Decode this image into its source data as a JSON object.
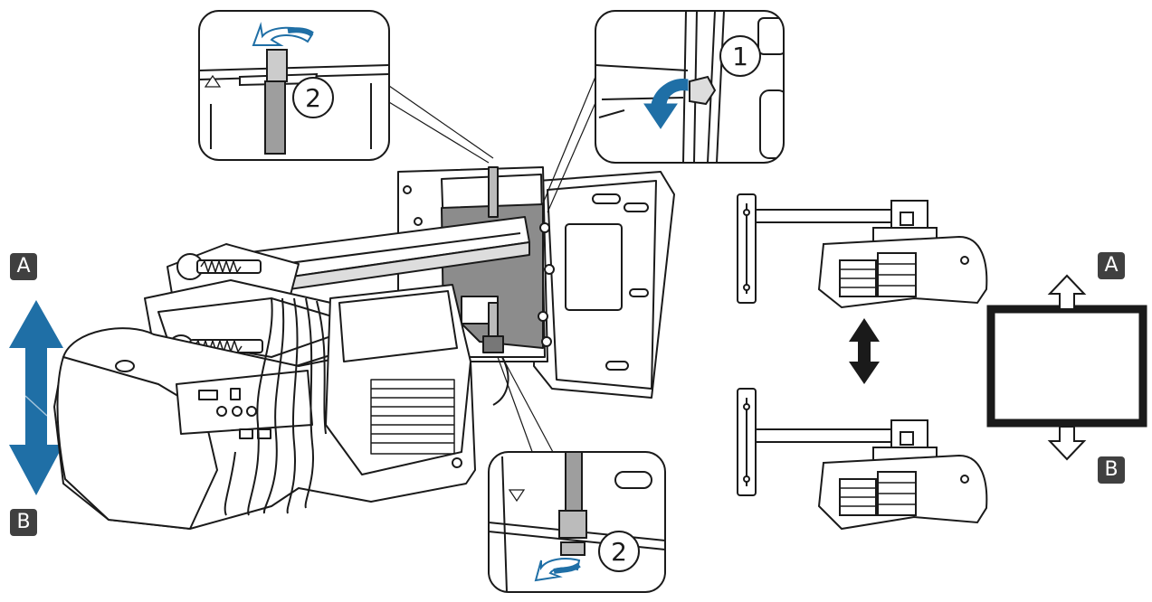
{
  "labels": {
    "left_top": "A",
    "left_bottom": "B",
    "right_top": "A",
    "right_bottom": "B"
  },
  "callouts": {
    "top_left_step": "2",
    "top_right_step": "1",
    "bottom_step": "2"
  },
  "colors": {
    "accent_arrow": "#1f6fa6",
    "line": "#1a1a1a",
    "panel_fill": "#8c8c8c",
    "label_bg": "#404040"
  },
  "icons": [
    "up-down-arrow-icon",
    "rotate-arrow-icon",
    "open-arrow-up-icon",
    "open-arrow-down-icon"
  ]
}
